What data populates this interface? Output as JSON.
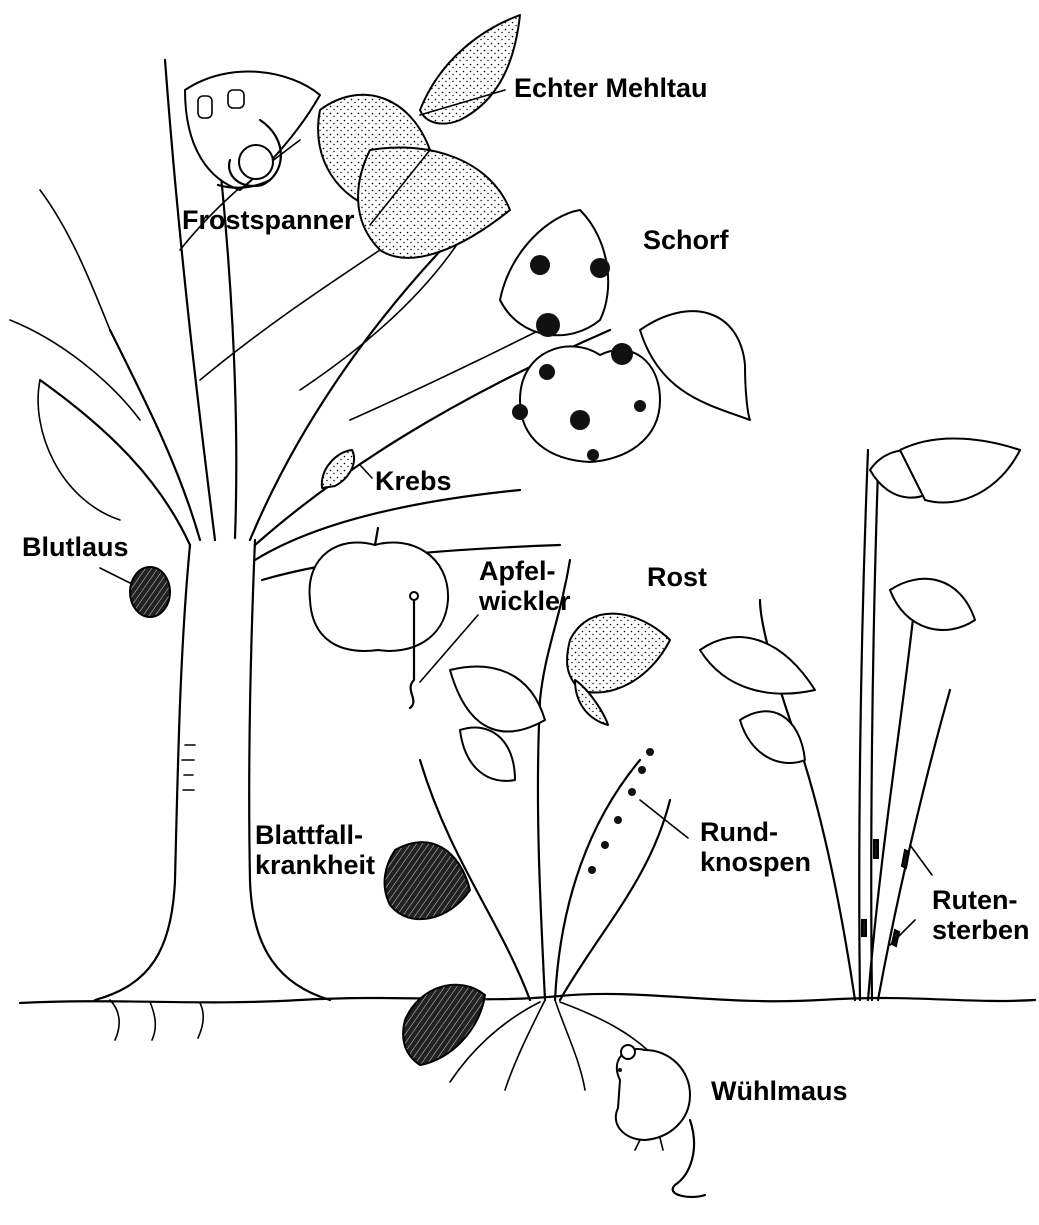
{
  "labels": {
    "echter_mehltau": "Echter Mehltau",
    "frostspanner": "Frostspanner",
    "schorf": "Schorf",
    "krebs": "Krebs",
    "blutlaus": "Blutlaus",
    "apfelwickler_1": "Apfel-",
    "apfelwickler_2": "wickler",
    "rost": "Rost",
    "blattfall_1": "Blattfall-",
    "blattfall_2": "krankheit",
    "rundknospen_1": "Rund-",
    "rundknospen_2": "knospen",
    "rutensterben_1": "Ruten-",
    "rutensterben_2": "sterben",
    "wuehlmaus": "Wühlmaus"
  },
  "colors": {
    "ink": "#000000",
    "paper": "#ffffff"
  }
}
